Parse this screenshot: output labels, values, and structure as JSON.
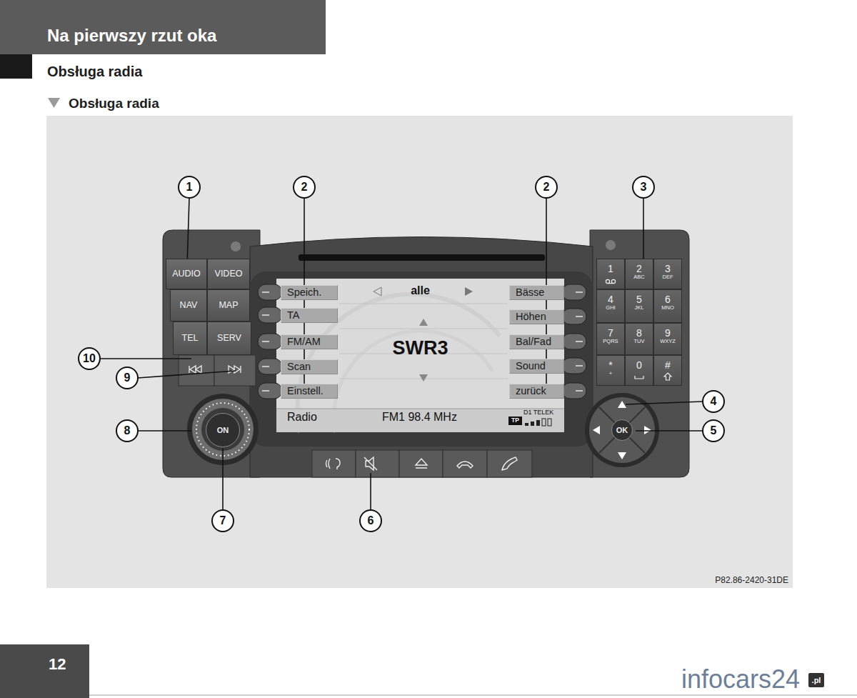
{
  "diagram": {
    "title": "Na pierwszy rzut oka",
    "nodes": [
      {
        "text": [
          "AUDIO"
        ]
      },
      {
        "text": [
          "VIDEO"
        ]
      },
      {
        "text": [
          "NAV"
        ]
      },
      {
        "text": [
          "MAP"
        ]
      },
      {
        "text": [
          "TEL"
        ]
      },
      {
        "text": [
          "SERV"
        ]
      },
      {
        "text": [
          "alle",
          "SWR3",
          "Radio",
          "FM1 98.4 MHz",
          "D1 TELEK"
        ]
      },
      {
        "text": [
          "Speich."
        ],
        "in": 6
      },
      {
        "text": [
          "Bässe"
        ],
        "in": 6
      },
      {
        "text": [
          "TA"
        ],
        "in": 6
      },
      {
        "text": [
          "Höhen"
        ],
        "in": 6
      },
      {
        "text": [
          "FM/AM"
        ],
        "in": 6
      },
      {
        "text": [
          "Bal/Fad"
        ],
        "in": 6
      },
      {
        "text": [
          "Scan"
        ],
        "in": 6
      },
      {
        "text": [
          "Sound"
        ],
        "in": 6
      },
      {
        "text": [
          "Einstell."
        ],
        "in": 6
      },
      {
        "text": [
          "zurück"
        ],
        "in": 6
      },
      {
        "text": [
          "TP"
        ],
        "in": 6
      },
      {
        "text": [
          "1"
        ]
      },
      {
        "text": [
          "2",
          "ABC"
        ]
      },
      {
        "text": [
          "3",
          "DEF"
        ]
      },
      {
        "text": [
          "4",
          "GHI"
        ]
      },
      {
        "text": [
          "5",
          "JKL"
        ]
      },
      {
        "text": [
          "6",
          "MNO"
        ]
      },
      {
        "text": [
          "7",
          "PQRS"
        ]
      },
      {
        "text": [
          "8",
          "TUV"
        ]
      },
      {
        "text": [
          "9",
          "WXYZ"
        ]
      },
      {
        "text": [
          "*",
          "+"
        ]
      },
      {
        "text": [
          "0"
        ]
      },
      {
        "text": [
          "#"
        ]
      },
      {
        "text": [
          "ON"
        ]
      },
      {
        "text": [
          "OK"
        ]
      }
    ],
    "labels": [
      "Obsługa radia",
      "Obsługa radia",
      "1",
      "2",
      "2",
      "3",
      "10",
      "9",
      "4",
      "8",
      "5",
      "7",
      "6",
      "P82.86-2420-31DE",
      "12",
      "infocars24",
      ".pl"
    ]
  }
}
